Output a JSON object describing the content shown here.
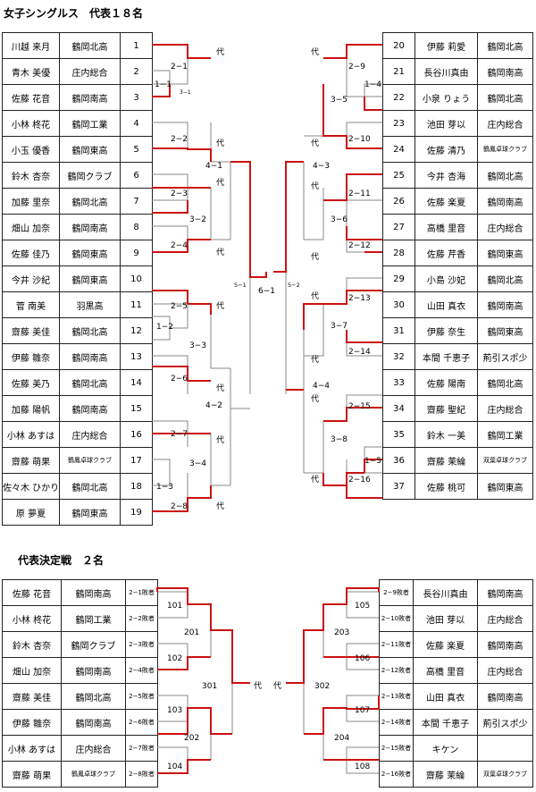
{
  "section1_title": "女子シングルス　代表１８名",
  "section2_title": "代表決定戦　２名",
  "rep_mark": "代",
  "left_players": [
    {
      "name": "川越 来月",
      "club": "鶴岡北高",
      "no": "1"
    },
    {
      "name": "青木 美優",
      "club": "庄内総合",
      "no": "2"
    },
    {
      "name": "佐藤 花音",
      "club": "鶴岡南高",
      "no": "3"
    },
    {
      "name": "小林 柊花",
      "club": "鶴岡工業",
      "no": "4"
    },
    {
      "name": "小玉 優香",
      "club": "鶴岡東高",
      "no": "5"
    },
    {
      "name": "鈴木 杏奈",
      "club": "鶴岡クラブ",
      "no": "6"
    },
    {
      "name": "加藤 里奈",
      "club": "鶴岡北高",
      "no": "7"
    },
    {
      "name": "畑山 加奈",
      "club": "鶴岡南高",
      "no": "8"
    },
    {
      "name": "佐藤 佳乃",
      "club": "鶴岡東高",
      "no": "9"
    },
    {
      "name": "今井 沙紀",
      "club": "鶴岡東高",
      "no": "10"
    },
    {
      "name": "菅 南美",
      "club": "羽黒高",
      "no": "11"
    },
    {
      "name": "齋藤 美佳",
      "club": "鶴岡北高",
      "no": "12"
    },
    {
      "name": "伊藤 雛奈",
      "club": "鶴岡南高",
      "no": "13"
    },
    {
      "name": "佐藤 美乃",
      "club": "鶴岡北高",
      "no": "14"
    },
    {
      "name": "加藤 陽帆",
      "club": "鶴岡南高",
      "no": "15"
    },
    {
      "name": "小林 あすは",
      "club": "庄内総合",
      "no": "16"
    },
    {
      "name": "齋藤 萌果",
      "club": "鶴鳳卓球クラブ",
      "no": "17"
    },
    {
      "name": "佐々木 ひかり",
      "club": "鶴岡北高",
      "no": "18"
    },
    {
      "name": "原 夢夏",
      "club": "鶴岡東高",
      "no": "19"
    }
  ],
  "right_players": [
    {
      "no": "20",
      "name": "伊藤 莉愛",
      "club": "鶴岡北高"
    },
    {
      "no": "21",
      "name": "長谷川真由",
      "club": "鶴岡南高"
    },
    {
      "no": "22",
      "name": "小泉 りょう",
      "club": "鶴岡北高"
    },
    {
      "no": "23",
      "name": "池田 芽以",
      "club": "庄内総合"
    },
    {
      "no": "24",
      "name": "佐藤 清乃",
      "club": "鶴鳳卓球クラブ"
    },
    {
      "no": "25",
      "name": "今井 杏海",
      "club": "鶴岡北高"
    },
    {
      "no": "26",
      "name": "佐藤 楽夏",
      "club": "鶴岡南高"
    },
    {
      "no": "27",
      "name": "高橋 里音",
      "club": "庄内総合"
    },
    {
      "no": "28",
      "name": "佐藤 芹香",
      "club": "鶴岡東高"
    },
    {
      "no": "29",
      "name": "小島 沙妃",
      "club": "鶴岡北高"
    },
    {
      "no": "30",
      "name": "山田 真衣",
      "club": "鶴岡南高"
    },
    {
      "no": "31",
      "name": "伊藤 奈生",
      "club": "鶴岡東高"
    },
    {
      "no": "32",
      "name": "本間 千恵子",
      "club": "荊引スポ少"
    },
    {
      "no": "33",
      "name": "佐藤 陽南",
      "club": "鶴岡北高"
    },
    {
      "no": "34",
      "name": "齋藤 聖紀",
      "club": "庄内総合"
    },
    {
      "no": "35",
      "name": "鈴木 一美",
      "club": "鶴岡工業"
    },
    {
      "no": "36",
      "name": "齋藤 茉綸",
      "club": "双葉卓球クラブ"
    },
    {
      "no": "37",
      "name": "佐藤 桃可",
      "club": "鶴岡東高"
    }
  ],
  "main_matches": {
    "m2_1": "2−1",
    "m1_1": "1−1",
    "m3_1": "3−1",
    "m2_2": "2−2",
    "m4_1": "4−1",
    "m2_3": "2−3",
    "m3_2": "3−2",
    "m2_4": "2−4",
    "m5_1": "5−1",
    "m6_1": "6−1",
    "m5_2": "5−2",
    "m2_5": "2−5",
    "m1_2": "1−2",
    "m3_3": "3−3",
    "m2_6": "2−6",
    "m4_2": "4−2",
    "m2_7": "2−7",
    "m3_4": "3−4",
    "m1_3": "1−3",
    "m2_8": "2−8",
    "m2_9": "2−9",
    "m1_4": "1−4",
    "m3_5": "3−5",
    "m2_10": "2−10",
    "m4_3": "4−3",
    "m2_11": "2−11",
    "m3_6": "3−6",
    "m2_12": "2−12",
    "m2_13": "2−13",
    "m3_7": "3−7",
    "m2_14": "2−14",
    "m4_4": "4−4",
    "m2_15": "2−15",
    "m3_8": "3−8",
    "m1_5": "1−5",
    "m2_16": "2−16"
  },
  "playoff_left": [
    {
      "name": "佐藤 花音",
      "club": "鶴岡南高",
      "loser": "2−1敗者"
    },
    {
      "name": "小林 柊花",
      "club": "鶴岡工業",
      "loser": "2−2敗者"
    },
    {
      "name": "鈴木 杏奈",
      "club": "鶴岡クラブ",
      "loser": "2−3敗者"
    },
    {
      "name": "畑山 加奈",
      "club": "鶴岡南高",
      "loser": "2−4敗者"
    },
    {
      "name": "齋藤 美佳",
      "club": "鶴岡北高",
      "loser": "2−5敗者"
    },
    {
      "name": "伊藤 雛奈",
      "club": "鶴岡南高",
      "loser": "2−6敗者"
    },
    {
      "name": "小林 あすは",
      "club": "庄内総合",
      "loser": "2−7敗者"
    },
    {
      "name": "齋藤 萌果",
      "club": "鶴鳳卓球クラブ",
      "loser": "2−8敗者"
    }
  ],
  "playoff_right": [
    {
      "loser": "2−9敗者",
      "name": "長谷川真由",
      "club": "鶴岡南高"
    },
    {
      "loser": "2−10敗者",
      "name": "池田 芽以",
      "club": "庄内総合"
    },
    {
      "loser": "2−11敗者",
      "name": "佐藤 楽夏",
      "club": "鶴岡南高"
    },
    {
      "loser": "2−12敗者",
      "name": "高橋 里音",
      "club": "庄内総合"
    },
    {
      "loser": "2−13敗者",
      "name": "山田 真衣",
      "club": "鶴岡南高"
    },
    {
      "loser": "2−14敗者",
      "name": "本間 千恵子",
      "club": "荊引スポ少"
    },
    {
      "loser": "2−15敗者",
      "name": "キケン",
      "club": ""
    },
    {
      "loser": "2−16敗者",
      "name": "齋藤 茉綸",
      "club": "双葉卓球クラブ"
    }
  ],
  "playoff_matches": {
    "p101": "101",
    "p102": "102",
    "p103": "103",
    "p104": "104",
    "p201": "201",
    "p202": "202",
    "p301": "301",
    "p105": "105",
    "p106": "106",
    "p107": "107",
    "p108": "108",
    "p203": "203",
    "p204": "204",
    "p302": "302"
  }
}
